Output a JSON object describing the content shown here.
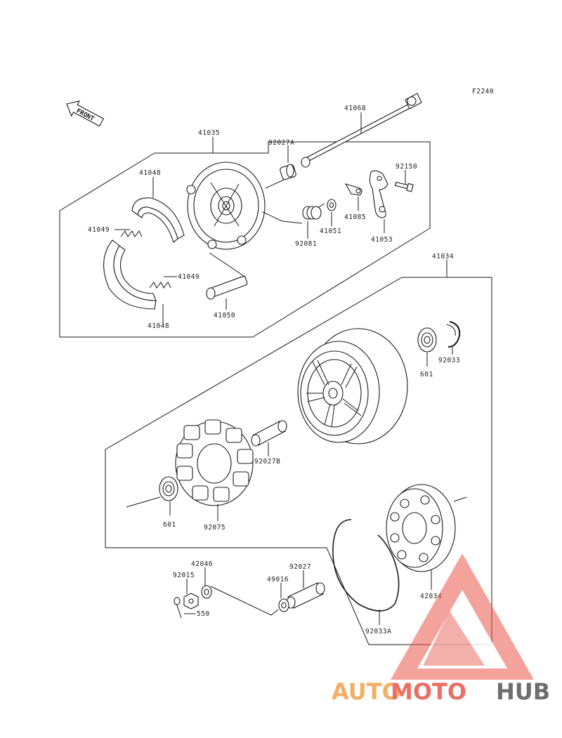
{
  "diagram": {
    "code": "F2240",
    "front_label": "FRONT",
    "labels": {
      "p41068": "41068",
      "p41035": "41035",
      "p92027a": "92027A",
      "p92150": "92150",
      "p41048_top": "41048",
      "p41049_top": "41049",
      "p41049_bottom": "41049",
      "p41048_bottom": "41048",
      "p41050": "41050",
      "p92081": "92081",
      "p41051": "41051",
      "p41085": "41085",
      "p41053": "41053",
      "p41034": "41034",
      "p601_right": "601",
      "p92033": "92033",
      "p92027b": "92027B",
      "p601_left": "601",
      "p92075": "92075",
      "p42046": "42046",
      "p92015": "92015",
      "p550": "550",
      "p49016": "49016",
      "p92027": "92027",
      "p42034": "42034",
      "p92033a": "92033A"
    }
  },
  "watermark": {
    "part1": "AUTO",
    "part2": "MOTO",
    "part3": "HUB",
    "color1": "#f3a24a",
    "color2": "#e8574a",
    "color3": "#555555"
  }
}
